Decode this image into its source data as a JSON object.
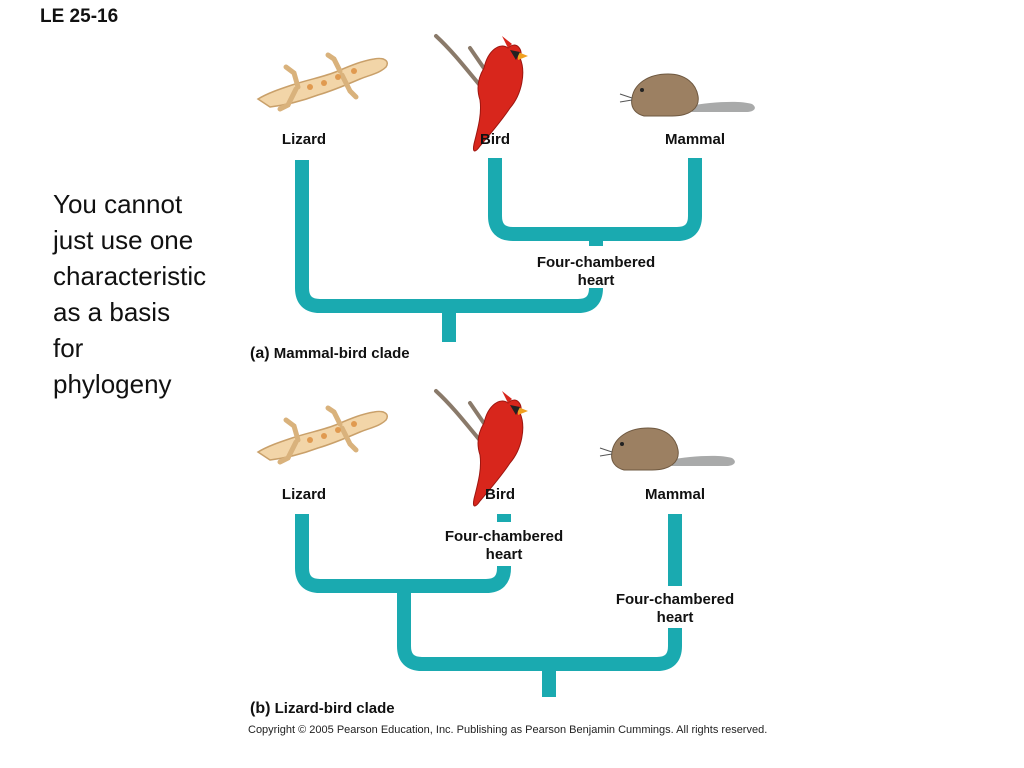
{
  "slide_id": "LE 25-16",
  "note_lines": [
    "You cannot",
    "just use one",
    "characteristic",
    "as a basis",
    "for",
    "phylogeny"
  ],
  "colors": {
    "branch": "#1aaab0",
    "bird_red": "#d8261c",
    "lizard": "#f2d5a8",
    "mammal": "#9c8062"
  },
  "panel_a": {
    "part": "(a)",
    "caption": "Mammal-bird clade",
    "taxa": {
      "lizard": "Lizard",
      "bird": "Bird",
      "mammal": "Mammal"
    },
    "trait_line1": "Four-chambered",
    "trait_line2": "heart"
  },
  "panel_b": {
    "part": "(b)",
    "caption": "Lizard-bird clade",
    "taxa": {
      "lizard": "Lizard",
      "bird": "Bird",
      "mammal": "Mammal"
    },
    "bird_trait_line1": "Four-chambered",
    "bird_trait_line2": "heart",
    "mammal_trait_line1": "Four-chambered",
    "mammal_trait_line2": "heart"
  },
  "icons": [
    "lizard-icon",
    "bird-icon",
    "mammal-icon"
  ],
  "copyright": "Copyright © 2005 Pearson Education, Inc. Publishing as Pearson Benjamin Cummings. All rights reserved."
}
